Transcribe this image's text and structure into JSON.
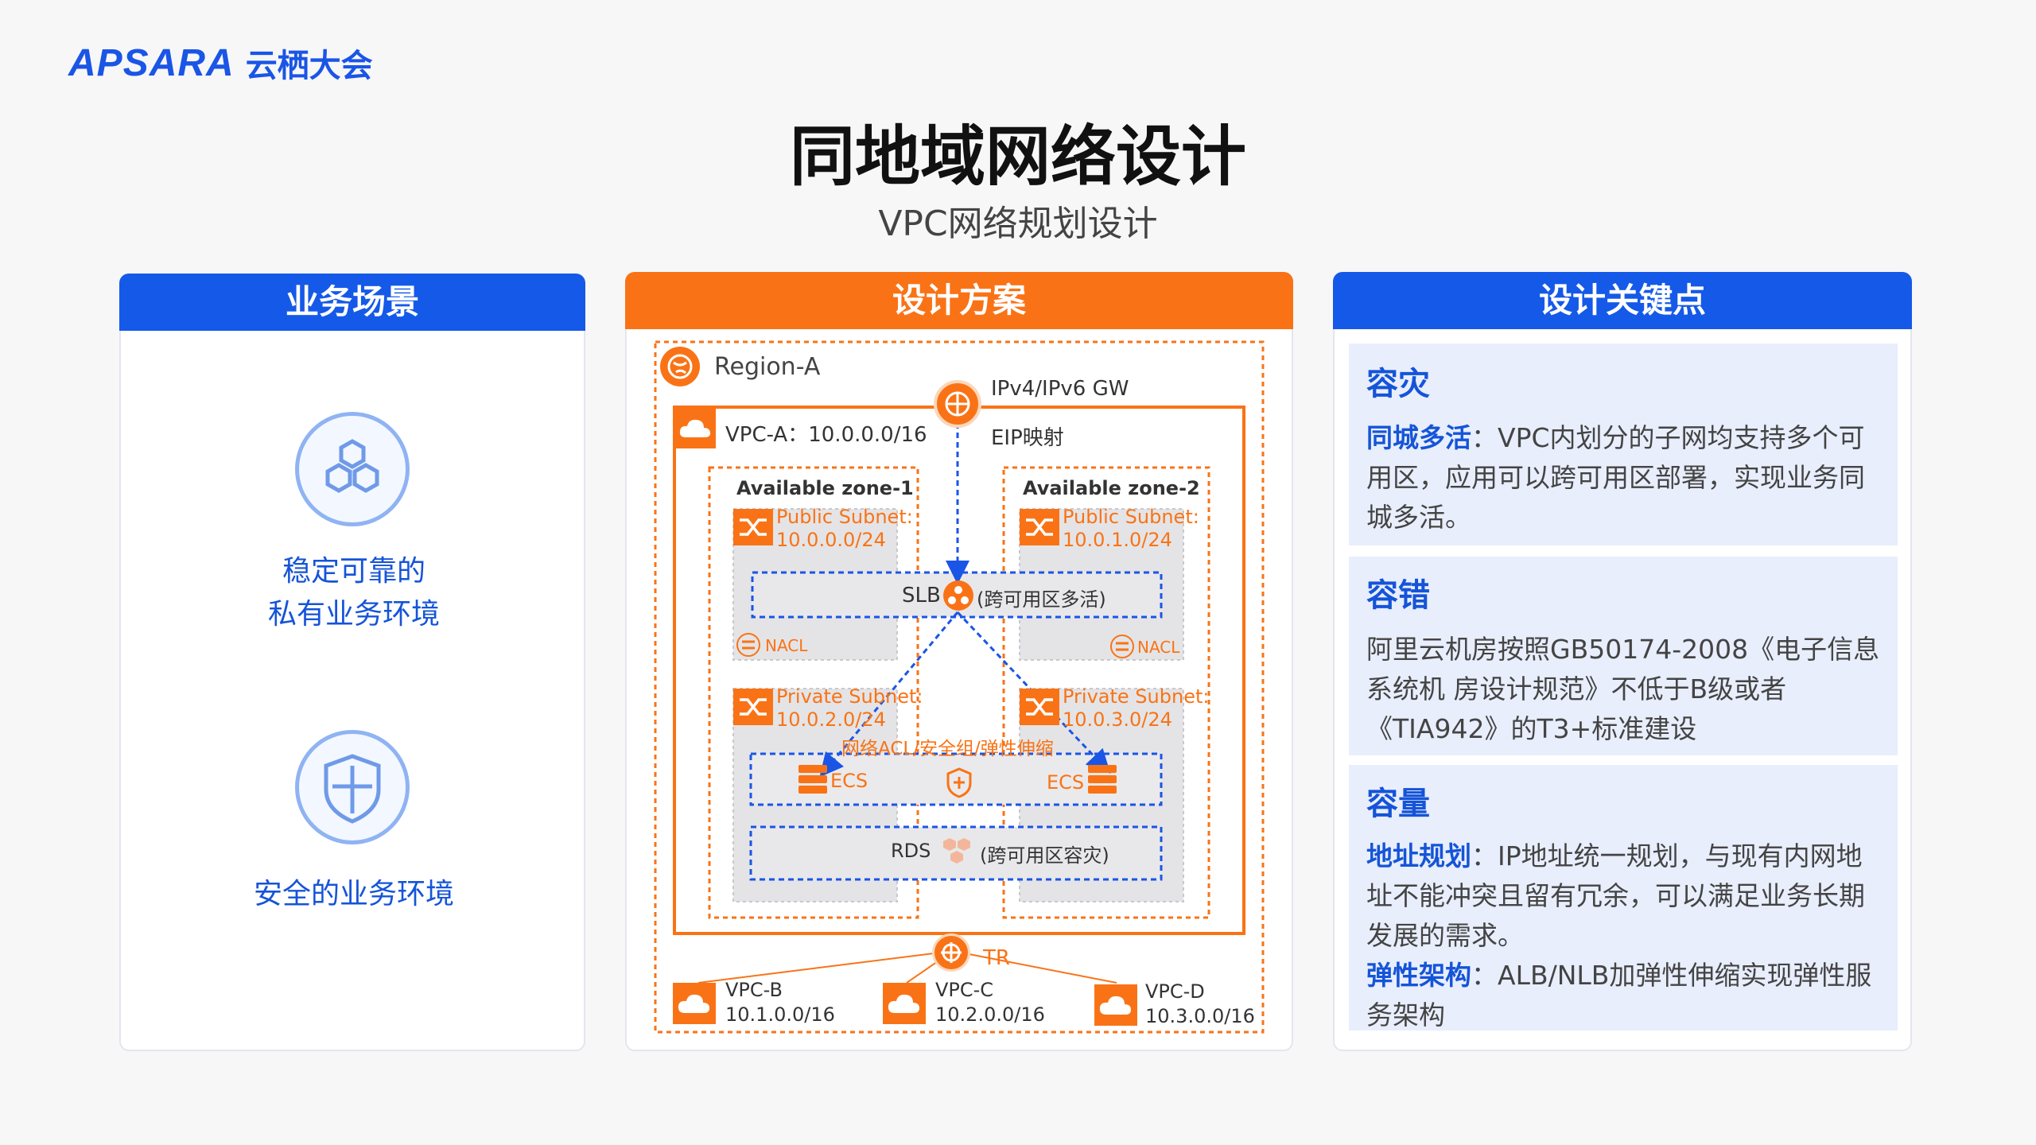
{
  "logo": {
    "en": "APSARA",
    "cn": "云栖大会"
  },
  "title": "同地域网络设计",
  "subtitle": "VPC网络规划设计",
  "left_panel": {
    "header": "业务场景",
    "items": [
      {
        "icon": "hexagons-icon",
        "line1": "稳定可靠的",
        "line2": "私有业务环境"
      },
      {
        "icon": "shield-icon",
        "line1": "安全的业务环境"
      }
    ]
  },
  "middle_panel": {
    "header": "设计方案",
    "region": "Region-A",
    "gw": "IPv4/IPv6 GW",
    "eip": "EIP映射",
    "vpc_a": "VPC-A：10.0.0.0/16",
    "zone1": "Available zone-1",
    "zone2": "Available zone-2",
    "pub_subnet_1": {
      "name": "Public Subnet:",
      "cidr": "10.0.0.0/24"
    },
    "pub_subnet_2": {
      "name": "Public Subnet:",
      "cidr": "10.0.1.0/24"
    },
    "priv_subnet_1": {
      "name": "Private Subnet:",
      "cidr": "10.0.2.0/24"
    },
    "priv_subnet_2": {
      "name": "Private Subnet:",
      "cidr": "10.0.3.0/24"
    },
    "nacl": "NACL",
    "slb": "SLB",
    "slb_note": "(跨可用区多活)",
    "security_note": "网络ACL/安全组/弹性伸缩",
    "ecs": "ECS",
    "rds": "RDS",
    "rds_note": "(跨可用区容灾)",
    "tr": "TR",
    "vpc_b": {
      "name": "VPC-B",
      "cidr": "10.1.0.0/16"
    },
    "vpc_c": {
      "name": "VPC-C",
      "cidr": "10.2.0.0/16"
    },
    "vpc_d": {
      "name": "VPC-D",
      "cidr": "10.3.0.0/16"
    }
  },
  "right_panel": {
    "header": "设计关键点",
    "sections": [
      {
        "title": "容灾",
        "strong": "同城多活",
        "sep": "：",
        "text": "VPC内划分的子网均支持多个可用区，应用可以跨可用区部署，实现业务同城多活。"
      },
      {
        "title": "容错",
        "text": "阿里云机房按照GB50174-2008《电子信息系统机 房设计规范》不低于B级或者《TIA942》的T3+标准建设"
      },
      {
        "title": "容量",
        "strong": "地址规划",
        "sep": "：",
        "text": "IP地址统一规划，与现有内网地址不能冲突且留有冗余，可以满足业务长期发展的需求。",
        "strong2": "弹性架构",
        "sep2": "：",
        "text2": "ALB/NLB加弹性伸缩实现弹性服务架构"
      }
    ]
  },
  "colors": {
    "brand_blue": "#1559e8",
    "orange": "#f97316",
    "light_blue": "#e8eefc"
  }
}
